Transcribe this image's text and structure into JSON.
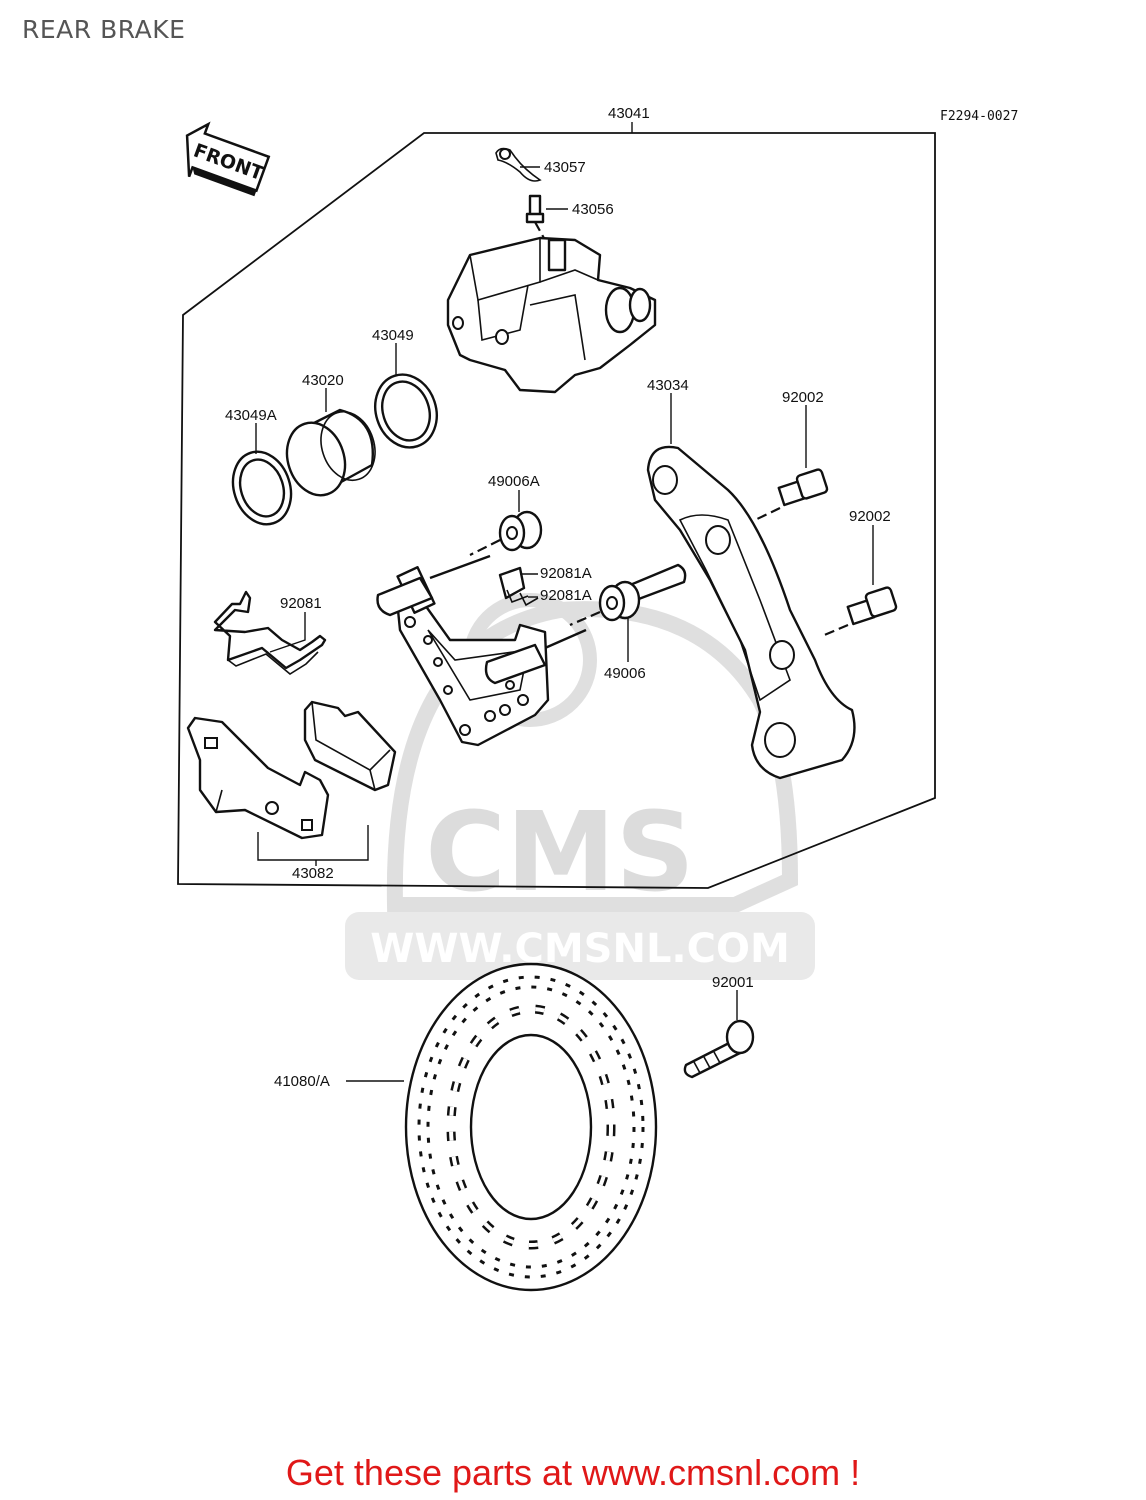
{
  "page": {
    "title": "REAR BRAKE",
    "figure_ref": "F2294-0027",
    "front_label": "FRONT",
    "footer": "Get these parts at www.cmsnl.com !"
  },
  "watermark": {
    "logo_text": "CMS",
    "url_text": "WWW.CMSNL.COM"
  },
  "parts": [
    {
      "id": "43041",
      "label": "43041"
    },
    {
      "id": "43057",
      "label": "43057"
    },
    {
      "id": "43056",
      "label": "43056"
    },
    {
      "id": "43049",
      "label": "43049"
    },
    {
      "id": "43020",
      "label": "43020"
    },
    {
      "id": "43049A",
      "label": "43049A"
    },
    {
      "id": "43034",
      "label": "43034"
    },
    {
      "id": "92002a",
      "label": "92002"
    },
    {
      "id": "92002b",
      "label": "92002"
    },
    {
      "id": "49006A",
      "label": "49006A"
    },
    {
      "id": "92081A-1",
      "label": "92081A"
    },
    {
      "id": "92081A-2",
      "label": "92081A"
    },
    {
      "id": "49006",
      "label": "49006"
    },
    {
      "id": "92081",
      "label": "92081"
    },
    {
      "id": "43082",
      "label": "43082"
    },
    {
      "id": "92001",
      "label": "92001"
    },
    {
      "id": "41080A",
      "label": "41080/A"
    }
  ]
}
